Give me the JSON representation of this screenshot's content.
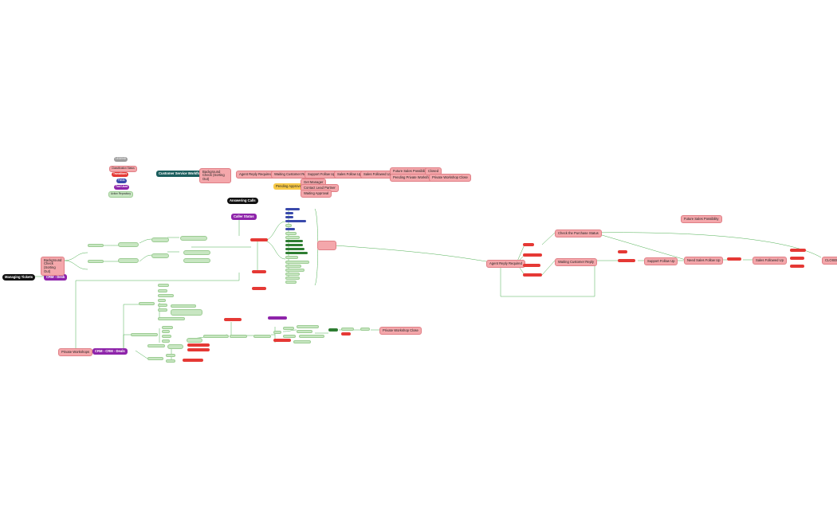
{
  "legend": {
    "title": "LEGEND",
    "items": [
      "Classification Status",
      "Transitions",
      "Fields",
      "Tool Used",
      "Action Repository"
    ]
  },
  "top_row": {
    "workflow": "Customer Service Workflow",
    "states": [
      "Background Check (Sorting Out)",
      "Agent Reply Required",
      "Waiting Customer Reply",
      "Support Follow Up",
      "Sales Follow Up",
      "Sales Followed Up",
      "Future Sales Possibility",
      "Pending Private Workshop",
      "Closed",
      "Private Workshop Close"
    ],
    "pending": "Pending Approval",
    "pending_items": [
      "Get Manager",
      "Contact Lead Partner",
      "Waiting Approval"
    ]
  },
  "left": {
    "managing": "Managing Tickets",
    "crm_desk": "CRM - Desk",
    "background": "Background Check (Sorting Out)",
    "private_workshop": "Private Workshops",
    "crm_deals": "CRM - CRM - Deals"
  },
  "center": {
    "answering": "Answering Calls",
    "caller_status": "Caller Status"
  },
  "right": {
    "future": "Future Sales Possibility",
    "agent_reply": "Agent Reply Required",
    "check_status": "Check the Purchase Status",
    "waiting": "Waiting Customer Reply",
    "support": "Support Follow Up",
    "need_sales": "Need Sales Follow Up",
    "sales_followed": "Sales Followed Up",
    "closed": "CLOSED"
  },
  "bottom": {
    "pw_closed": "Private Workshop Close"
  }
}
